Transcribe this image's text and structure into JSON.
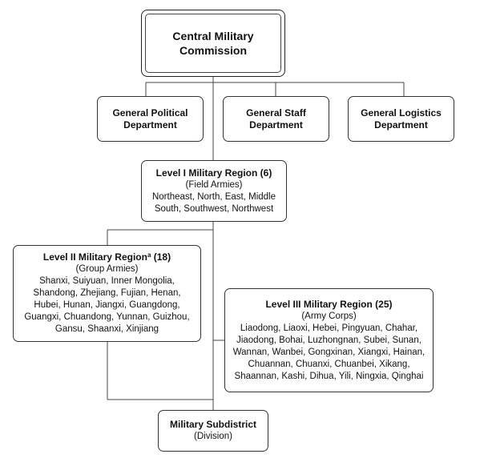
{
  "root": {
    "line1": "Central Military",
    "line2": "Commission"
  },
  "departments": [
    {
      "line1": "General Political",
      "line2": "Department"
    },
    {
      "line1": "General Staff",
      "line2": "Department"
    },
    {
      "line1": "General Logistics",
      "line2": "Department"
    }
  ],
  "level1": {
    "title": "Level I Military Region (6)",
    "subtitle": "(Field Armies)",
    "lines": [
      "Northeast, North, East, Middle",
      "South, Southwest, Northwest"
    ]
  },
  "level2": {
    "title": "Level II Military Region",
    "sup": "a",
    "count": " (18)",
    "subtitle": "(Group Armies)",
    "lines": [
      "Shanxi, Suiyuan, Inner Mongolia,",
      "Shandong, Zhejiang, Fujian, Henan,",
      "Hubei, Hunan, Jiangxi, Guangdong,",
      "Guangxi, Chuandong, Yunnan, Guizhou,",
      "Gansu, Shaanxi, Xinjiang"
    ]
  },
  "level3": {
    "title": "Level III Military Region (25)",
    "subtitle": "(Army Corps)",
    "lines": [
      "Liaodong, Liaoxi, Hebei, Pingyuan, Chahar,",
      "Jiaodong, Bohai, Luzhongnan, Subei, Sunan,",
      "Wannan, Wanbei, Gongxinan, Xiangxi, Hainan,",
      "Chuannan, Chuanxi, Chuanbei, Xikang,",
      "Shaannan, Kashi, Dihua, Yili, Ningxia, Qinghai"
    ]
  },
  "subdistrict": {
    "title": "Military Subdistrict",
    "subtitle": "(Division)"
  }
}
